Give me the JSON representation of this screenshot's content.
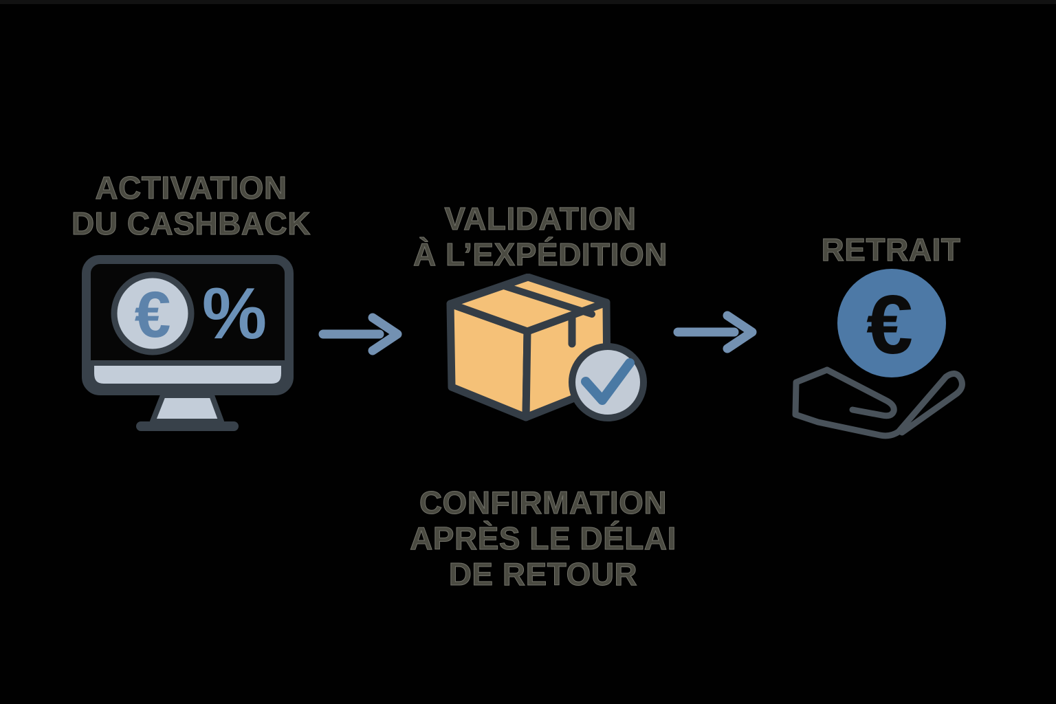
{
  "colors": {
    "background": "#010101",
    "heading_fill": "#4a4a41",
    "heading_outline": "#73736a",
    "arrow_blue": "#7391b2",
    "outline_dark": "#38414a",
    "light_blue_gray": "#c3cdd9",
    "steel_blue": "#5d83ab",
    "box_orange": "#f5c178",
    "coin_blue": "#4d79a6",
    "badge_fill": "#c2cbd6",
    "check_blue": "#4a79a4",
    "hand_stroke": "#49525a"
  },
  "steps": [
    {
      "title_lines": [
        "ACTIVATION",
        "DU CASHBACK"
      ],
      "icon": "monitor-euro-percent-icon",
      "symbols": {
        "euro": "€",
        "percent": "%"
      }
    },
    {
      "title_lines": [
        "VALIDATION",
        "À L’EXPÉDITION"
      ],
      "icon": "package-check-icon",
      "caption_lines": [
        "CONFIRMATION",
        "APRÈS LE DÉLAI",
        "DE RETOUR"
      ]
    },
    {
      "title_lines": [
        "RETRAIT"
      ],
      "icon": "hand-euro-coin-icon",
      "symbols": {
        "euro": "€"
      }
    }
  ]
}
